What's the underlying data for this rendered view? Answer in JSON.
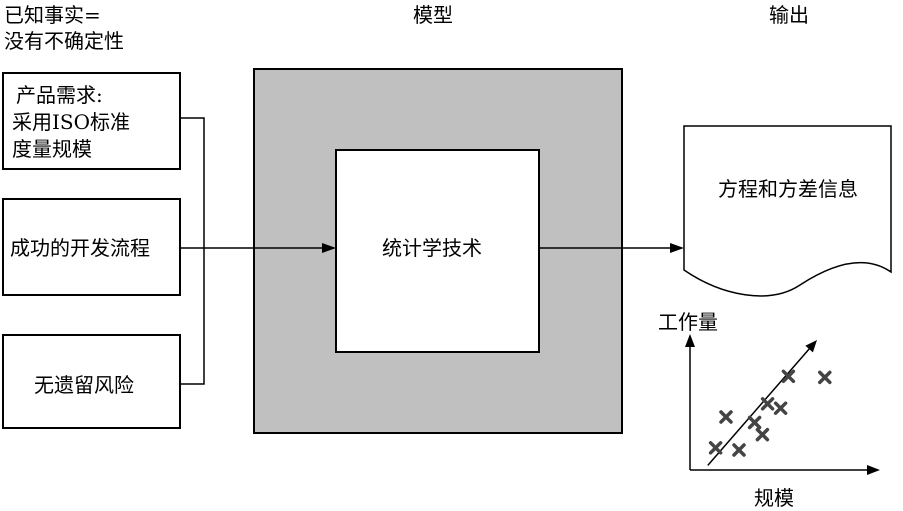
{
  "header": {
    "known_facts_line1": "已知事实=",
    "known_facts_line2": "没有不确定性",
    "model_label": "模型",
    "output_label": "输出"
  },
  "inputs": [
    {
      "lines": [
        "产品需求:",
        "采用ISO标准",
        "度量规模"
      ]
    },
    {
      "lines": [
        "成功的开发流程"
      ]
    },
    {
      "lines": [
        "无遗留风险"
      ]
    }
  ],
  "model": {
    "core_label": "统计学技术",
    "outer_fill": "#c0c0c0"
  },
  "output_doc": {
    "label": "方程和方差信息"
  },
  "scatter": {
    "y_axis_label": "工作量",
    "x_axis_label": "规模",
    "points": [
      [
        1.2,
        2.2
      ],
      [
        3.0,
        2.0
      ],
      [
        2.0,
        5.0
      ],
      [
        4.2,
        4.5
      ],
      [
        4.8,
        3.4
      ],
      [
        5.2,
        6.2
      ],
      [
        6.2,
        5.8
      ],
      [
        6.8,
        8.7
      ],
      [
        9.6,
        8.6
      ]
    ],
    "trend_line": [
      [
        0.6,
        0.6
      ],
      [
        9.0,
        12.0
      ]
    ]
  }
}
